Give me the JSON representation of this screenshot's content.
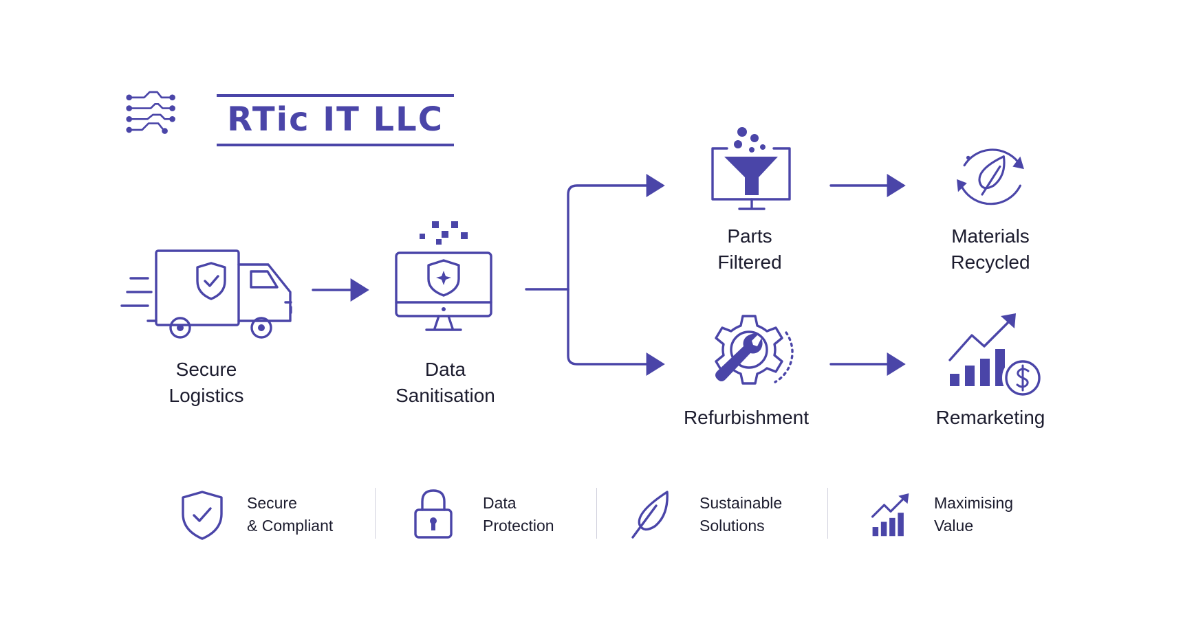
{
  "brand": {
    "name": "RTic IT LLC",
    "accent": "#4a45a8"
  },
  "flow": {
    "secure_logistics": {
      "label": "Secure\nLogistics",
      "icon": "truck-shield-icon"
    },
    "data_sanitisation": {
      "label": "Data\nSanitisation",
      "icon": "monitor-shield-icon"
    },
    "parts_filtered": {
      "label": "Parts\nFiltered",
      "icon": "funnel-monitor-icon"
    },
    "materials_recycled": {
      "label": "Materials\nRecycled",
      "icon": "recycle-leaf-icon"
    },
    "refurbishment": {
      "label": "Refurbishment",
      "icon": "gear-wrench-icon"
    },
    "remarketing": {
      "label": "Remarketing",
      "icon": "growth-chart-dollar-icon"
    }
  },
  "features": [
    {
      "label": "Secure\n& Compliant",
      "icon": "shield-check-icon"
    },
    {
      "label": "Data\nProtection",
      "icon": "padlock-icon"
    },
    {
      "label": "Sustainable\nSolutions",
      "icon": "leaf-icon"
    },
    {
      "label": "Maximising\nValue",
      "icon": "growth-chart-icon"
    }
  ]
}
